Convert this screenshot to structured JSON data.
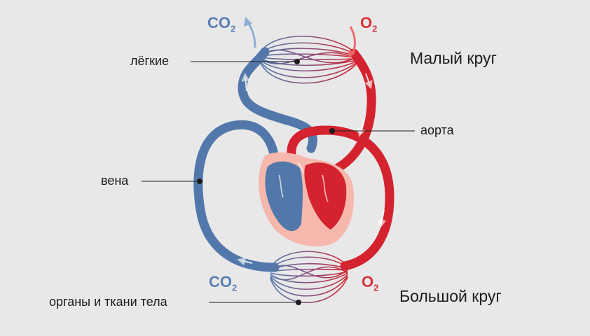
{
  "labels": {
    "lungs": "лёгкие",
    "aorta": "аорта",
    "vein": "вена",
    "organs": "органы и ткани тела"
  },
  "titles": {
    "small_circle": "Малый круг",
    "big_circle": "Большой круг"
  },
  "gases": {
    "top_co2": {
      "base": "CO",
      "sub": "2"
    },
    "top_o2": {
      "base": "O",
      "sub": "2"
    },
    "bottom_co2": {
      "base": "CO",
      "sub": "2"
    },
    "bottom_o2": {
      "base": "O",
      "sub": "2"
    }
  },
  "colors": {
    "background": "#e8e8e9",
    "venous_blue": "#5278ab",
    "arterial_red": "#d4232e",
    "heart_pink": "#f6b8ad",
    "co2_text": "#5a7fb2",
    "o2_text": "#d8333b",
    "co2_arrow": "#8faed3",
    "o2_arrow": "#ec6b6b",
    "label_text": "#1c1c1c"
  },
  "icons": [
    "heart-icon",
    "lungs-capillary-icon",
    "organs-capillary-icon",
    "co2-arrow-icon",
    "o2-arrow-icon"
  ]
}
